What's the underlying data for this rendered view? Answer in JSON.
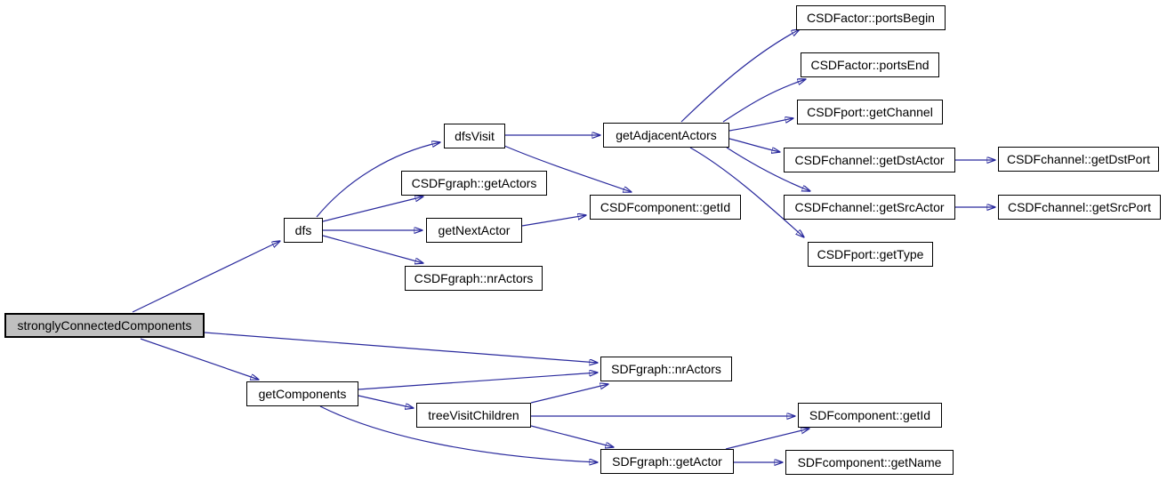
{
  "diagram": {
    "type": "call-graph",
    "colors": {
      "background": "#ffffff",
      "edge": "#2a2a9d",
      "node_border": "#000000",
      "node_fill": "#ffffff",
      "root_fill": "#bfbfbf",
      "text": "#000000"
    },
    "nodes": [
      {
        "id": "stronglyConnectedComponents",
        "label": "stronglyConnectedComponents",
        "root": true
      },
      {
        "id": "dfs",
        "label": "dfs"
      },
      {
        "id": "dfsVisit",
        "label": "dfsVisit"
      },
      {
        "id": "CSDFgraph::getActors",
        "label": "CSDFgraph::getActors"
      },
      {
        "id": "getNextActor",
        "label": "getNextActor"
      },
      {
        "id": "CSDFgraph::nrActors",
        "label": "CSDFgraph::nrActors"
      },
      {
        "id": "getAdjacentActors",
        "label": "getAdjacentActors"
      },
      {
        "id": "CSDFcomponent::getId",
        "label": "CSDFcomponent::getId"
      },
      {
        "id": "CSDFactor::portsBegin",
        "label": "CSDFactor::portsBegin"
      },
      {
        "id": "CSDFactor::portsEnd",
        "label": "CSDFactor::portsEnd"
      },
      {
        "id": "CSDFport::getChannel",
        "label": "CSDFport::getChannel"
      },
      {
        "id": "CSDFchannel::getDstActor",
        "label": "CSDFchannel::getDstActor"
      },
      {
        "id": "CSDFchannel::getDstPort",
        "label": "CSDFchannel::getDstPort"
      },
      {
        "id": "CSDFchannel::getSrcActor",
        "label": "CSDFchannel::getSrcActor"
      },
      {
        "id": "CSDFchannel::getSrcPort",
        "label": "CSDFchannel::getSrcPort"
      },
      {
        "id": "CSDFport::getType",
        "label": "CSDFport::getType"
      },
      {
        "id": "getComponents",
        "label": "getComponents"
      },
      {
        "id": "treeVisitChildren",
        "label": "treeVisitChildren"
      },
      {
        "id": "SDFgraph::nrActors",
        "label": "SDFgraph::nrActors"
      },
      {
        "id": "SDFcomponent::getId",
        "label": "SDFcomponent::getId"
      },
      {
        "id": "SDFgraph::getActor",
        "label": "SDFgraph::getActor"
      },
      {
        "id": "SDFcomponent::getName",
        "label": "SDFcomponent::getName"
      }
    ],
    "edges": [
      {
        "from": "stronglyConnectedComponents",
        "to": "dfs"
      },
      {
        "from": "stronglyConnectedComponents",
        "to": "SDFgraph::nrActors"
      },
      {
        "from": "stronglyConnectedComponents",
        "to": "getComponents"
      },
      {
        "from": "dfs",
        "to": "dfsVisit"
      },
      {
        "from": "dfs",
        "to": "CSDFgraph::getActors"
      },
      {
        "from": "dfs",
        "to": "getNextActor"
      },
      {
        "from": "dfs",
        "to": "CSDFgraph::nrActors"
      },
      {
        "from": "dfsVisit",
        "to": "getAdjacentActors"
      },
      {
        "from": "dfsVisit",
        "to": "CSDFcomponent::getId"
      },
      {
        "from": "getNextActor",
        "to": "CSDFcomponent::getId"
      },
      {
        "from": "getAdjacentActors",
        "to": "CSDFactor::portsBegin"
      },
      {
        "from": "getAdjacentActors",
        "to": "CSDFactor::portsEnd"
      },
      {
        "from": "getAdjacentActors",
        "to": "CSDFport::getChannel"
      },
      {
        "from": "getAdjacentActors",
        "to": "CSDFchannel::getDstActor"
      },
      {
        "from": "getAdjacentActors",
        "to": "CSDFchannel::getSrcActor"
      },
      {
        "from": "getAdjacentActors",
        "to": "CSDFport::getType"
      },
      {
        "from": "CSDFchannel::getDstActor",
        "to": "CSDFchannel::getDstPort"
      },
      {
        "from": "CSDFchannel::getSrcActor",
        "to": "CSDFchannel::getSrcPort"
      },
      {
        "from": "getComponents",
        "to": "SDFgraph::nrActors"
      },
      {
        "from": "getComponents",
        "to": "treeVisitChildren"
      },
      {
        "from": "getComponents",
        "to": "SDFgraph::getActor"
      },
      {
        "from": "treeVisitChildren",
        "to": "SDFgraph::nrActors"
      },
      {
        "from": "treeVisitChildren",
        "to": "SDFcomponent::getId"
      },
      {
        "from": "treeVisitChildren",
        "to": "SDFgraph::getActor"
      },
      {
        "from": "SDFgraph::getActor",
        "to": "SDFcomponent::getId"
      },
      {
        "from": "SDFgraph::getActor",
        "to": "SDFcomponent::getName"
      }
    ]
  }
}
